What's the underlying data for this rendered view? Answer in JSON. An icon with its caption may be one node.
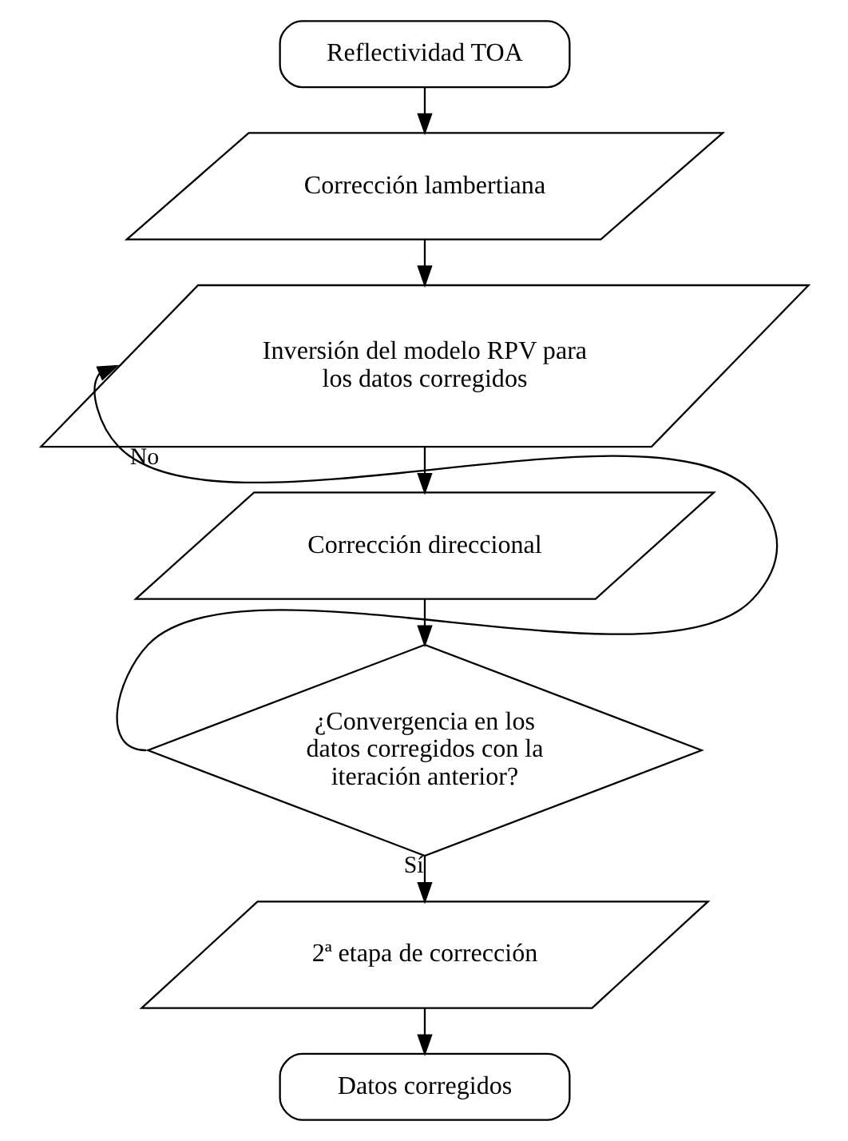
{
  "diagram": {
    "nodes": [
      {
        "text": [
          "Reflectividad TOA"
        ]
      },
      {
        "text": [
          "Corrección lambertiana"
        ]
      },
      {
        "text": [
          "Inversión del modelo RPV para los datos corregidos"
        ]
      },
      {
        "text": [
          "Corrección direccional"
        ]
      },
      {
        "text": [
          "¿Convergencia en los datos corregidos con la iteración anterior?"
        ]
      },
      {
        "text": [
          "2ª etapa de corrección"
        ]
      },
      {
        "text": [
          "Datos corregidos"
        ]
      }
    ],
    "edges": [
      {
        "from": 0,
        "to": 1,
        "arrow": "to"
      },
      {
        "from": 1,
        "to": 2,
        "arrow": "to"
      },
      {
        "from": 2,
        "to": 3,
        "arrow": "to"
      },
      {
        "from": 3,
        "to": 4,
        "arrow": "to"
      },
      {
        "from": 4,
        "to": 2,
        "arrow": "to",
        "label": "No"
      },
      {
        "from": 4,
        "to": 5,
        "arrow": "to",
        "label": "Sí"
      },
      {
        "from": 5,
        "to": 6,
        "arrow": "to"
      }
    ]
  }
}
